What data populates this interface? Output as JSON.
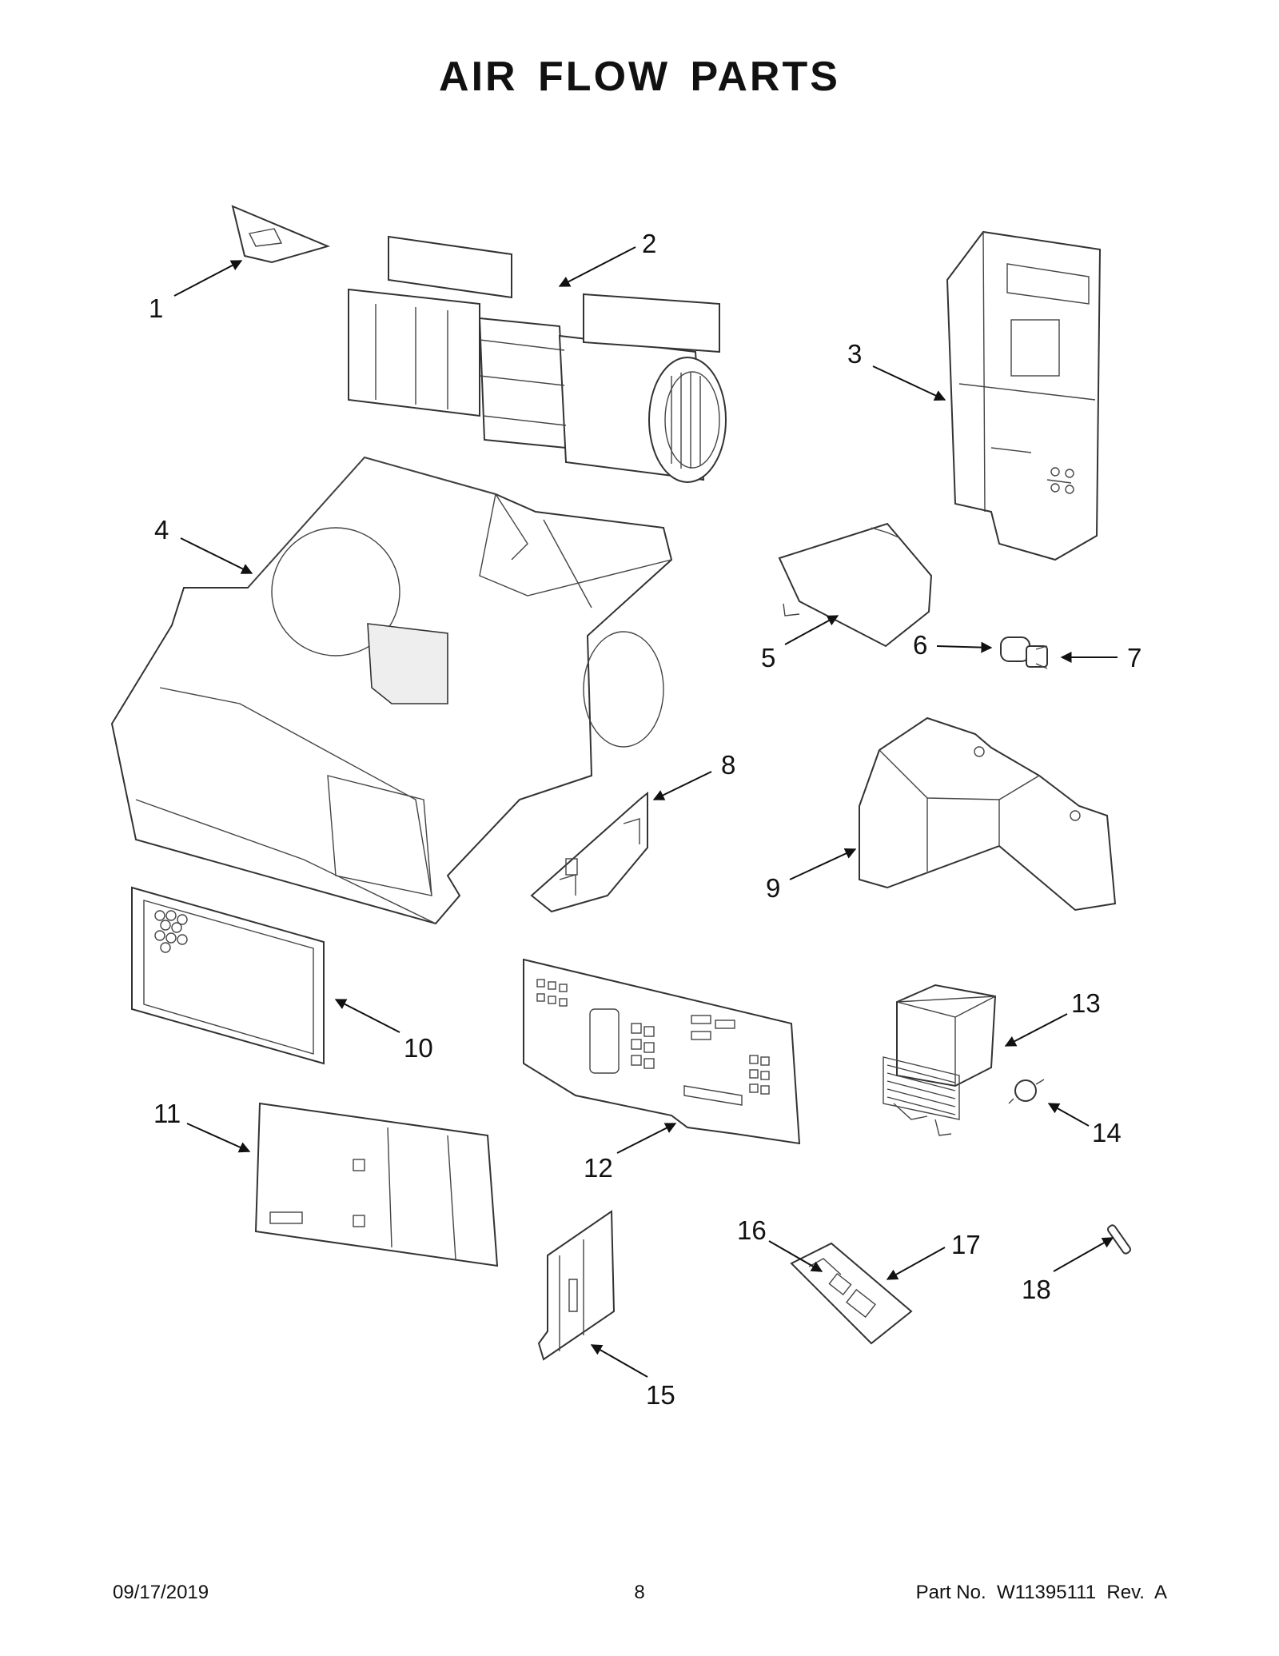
{
  "title": "AIR FLOW PARTS",
  "callouts": [
    "1",
    "2",
    "3",
    "4",
    "5",
    "6",
    "7",
    "8",
    "9",
    "10",
    "11",
    "12",
    "13",
    "14",
    "15",
    "16",
    "17",
    "18"
  ],
  "footer": {
    "date": "09/17/2019",
    "page": "8",
    "part_no": "Part No.  W11395111  Rev.  A"
  }
}
